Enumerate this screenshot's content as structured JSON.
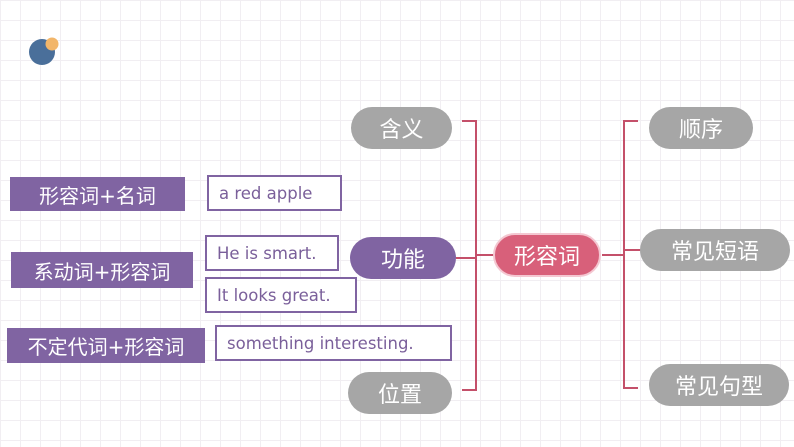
{
  "center": "形容词",
  "left_branches": [
    "含义",
    "功能",
    "位置"
  ],
  "right_branches": [
    "顺序",
    "常见短语",
    "常见句型"
  ],
  "usages": [
    {
      "tag": "形容词+名词",
      "examples": [
        "a red apple"
      ]
    },
    {
      "tag": "系动词+形容词",
      "examples": [
        "He is smart.",
        "It looks great."
      ]
    },
    {
      "tag": "不定代词+形容词",
      "examples": [
        "something interesting."
      ]
    }
  ],
  "colors": {
    "center": "#d8607a",
    "connector": "#c4506a",
    "grey_pill": "#a6a6a6",
    "purple": "#8064a2",
    "logo_blue": "#4a6f9a",
    "logo_orange": "#f2b66a"
  }
}
